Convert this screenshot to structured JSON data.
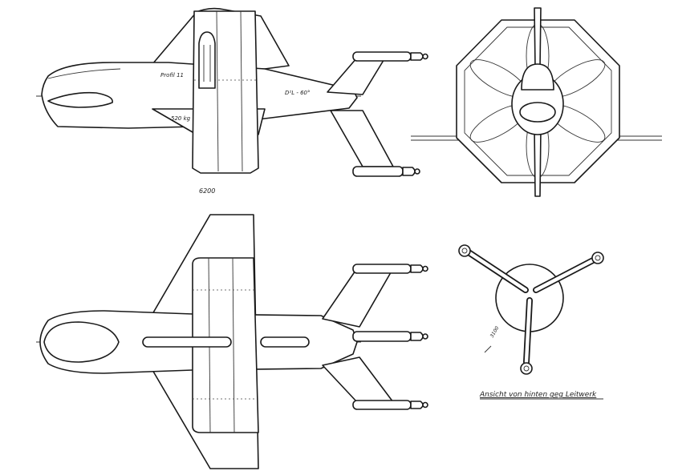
{
  "labels": {
    "span_side": "6200",
    "span_rear": "3100",
    "rear_caption": "Ansicht von hinten geg Leitwerk",
    "side_note_1": "Profil 11",
    "side_note_2": "D²L - 60°",
    "side_note_3": "520 kg"
  },
  "colors": {
    "ink": "#1a1a1a",
    "paper": "#ffffff"
  }
}
